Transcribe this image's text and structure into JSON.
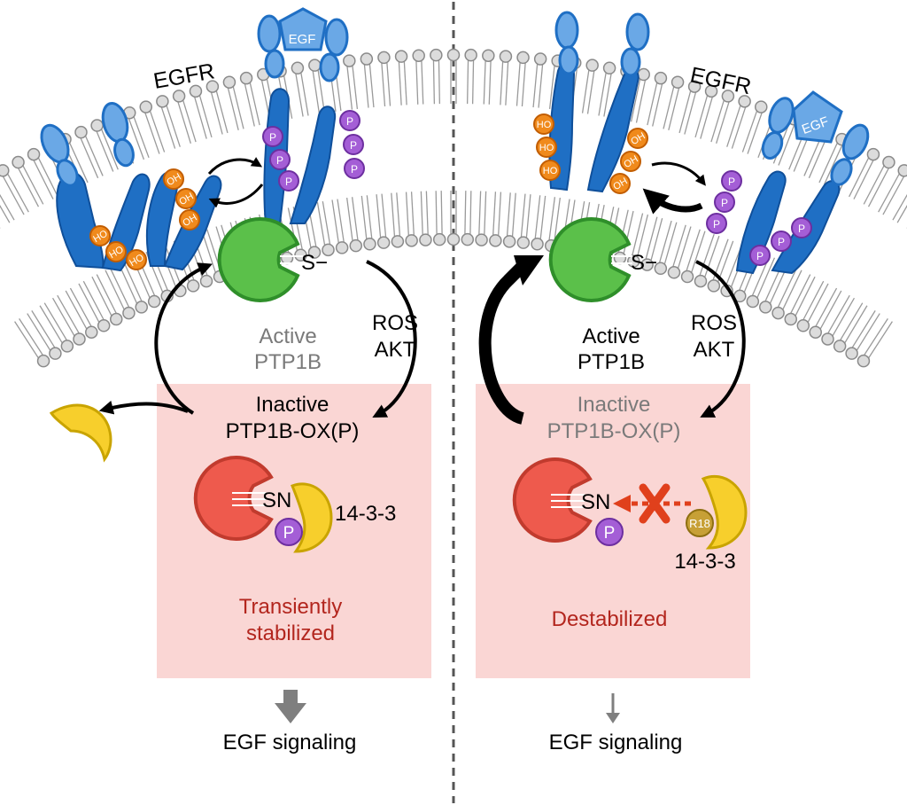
{
  "left": {
    "receptor_label": "EGFR",
    "ligand_label": "EGF",
    "oh_label": "OH",
    "ho_label": "HO",
    "p_label": "P",
    "enzyme_site_label": "S−",
    "active_line1": "Active",
    "active_line2": "PTP1B",
    "pathway_line1": "ROS",
    "pathway_line2": "AKT",
    "inactive_line1": "Inactive",
    "inactive_line2": "PTP1B-OX(P)",
    "sn_label": "SN",
    "adaptor_label": "14-3-3",
    "state_line1": "Transiently",
    "state_line2": "stabilized",
    "output_label": "EGF signaling"
  },
  "right": {
    "receptor_label": "EGFR",
    "ligand_label": "EGF",
    "oh_label": "OH",
    "ho_label": "HO",
    "p_label": "P",
    "enzyme_site_label": "S−",
    "active_line1": "Active",
    "active_line2": "PTP1B",
    "pathway_line1": "ROS",
    "pathway_line2": "AKT",
    "inactive_line1": "Inactive",
    "inactive_line2": "PTP1B-OX(P)",
    "sn_label": "SN",
    "inhibitor_label": "R18",
    "adaptor_label": "14-3-3",
    "state_line1": "Destabilized",
    "output_label": "EGF signaling"
  },
  "colors": {
    "receptor": "#1f6fc4",
    "receptor_light": "#6aa8e6",
    "oh_group": "#f08a1c",
    "phospho": "#a45ed6",
    "active_enzyme": "#5bc04a",
    "inactive_enzyme": "#ee5a4d",
    "adaptor": "#f7cf2c",
    "panel": "#fad6d4",
    "state_text": "#b3261e",
    "gray_text": "#7a7a7a",
    "inhibitor_x": "#e0401c"
  }
}
